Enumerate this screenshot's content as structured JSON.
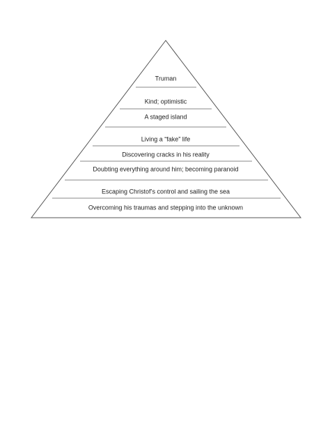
{
  "pyramid": {
    "levels": [
      "Truman",
      "Kind; optimistic",
      "A staged island",
      "Living a “fake” life",
      "Discovering cracks in his reality",
      "Doubting everything around him; becoming paranoid",
      "Escaping Christof’s control and sailing the sea",
      "Overcoming his traumas and stepping into the unknown"
    ]
  }
}
